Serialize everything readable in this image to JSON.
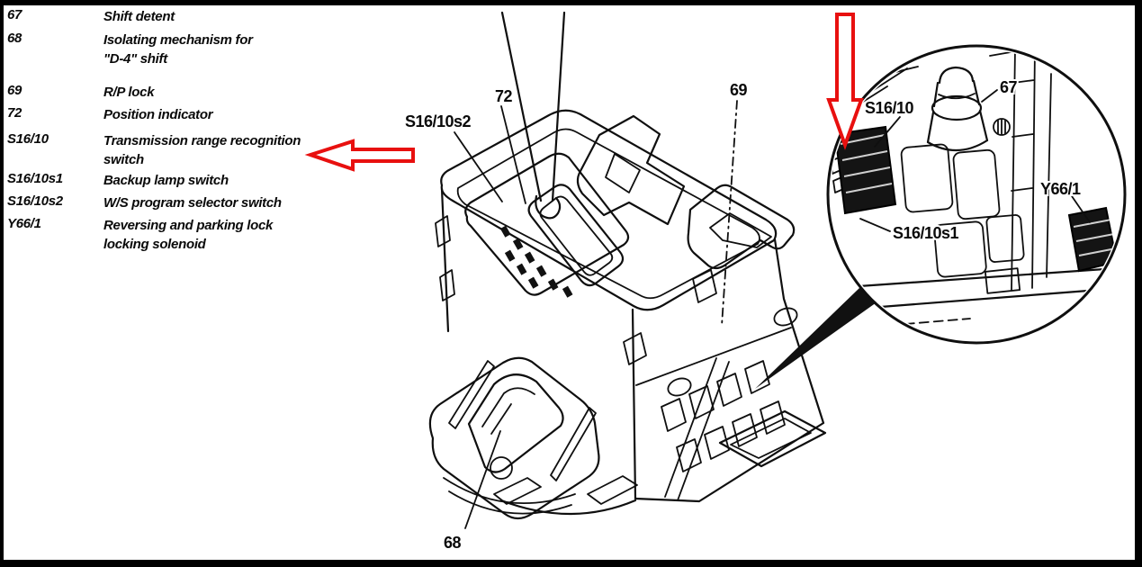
{
  "colors": {
    "ink": "#0f0f0f",
    "paper": "#ffffff",
    "arrow_red": "#e8100f"
  },
  "legend": {
    "rows": [
      {
        "code": "67",
        "desc": "Shift detent"
      },
      {
        "code": "68",
        "desc": "Isolating mechanism for\n\"D-4\" shift"
      },
      {
        "code": "69",
        "desc": "R/P lock"
      },
      {
        "code": "72",
        "desc": "Position indicator"
      },
      {
        "code": "S16/10",
        "desc": "Transmission range recognition\nswitch"
      },
      {
        "code": "S16/10s1",
        "desc": "Backup lamp switch"
      },
      {
        "code": "S16/10s2",
        "desc": "W/S program selector switch"
      },
      {
        "code": "Y66/1",
        "desc": "Reversing and parking lock\nlocking solenoid"
      }
    ]
  },
  "diagram": {
    "callouts": {
      "s16_10s2": "S16/10s2",
      "c72": "72",
      "c69": "69",
      "c68": "68"
    },
    "inset": {
      "s16_10": "S16/10",
      "c67": "67",
      "y66_1": "Y66/1",
      "s16_10s1": "S16/10s1"
    }
  }
}
